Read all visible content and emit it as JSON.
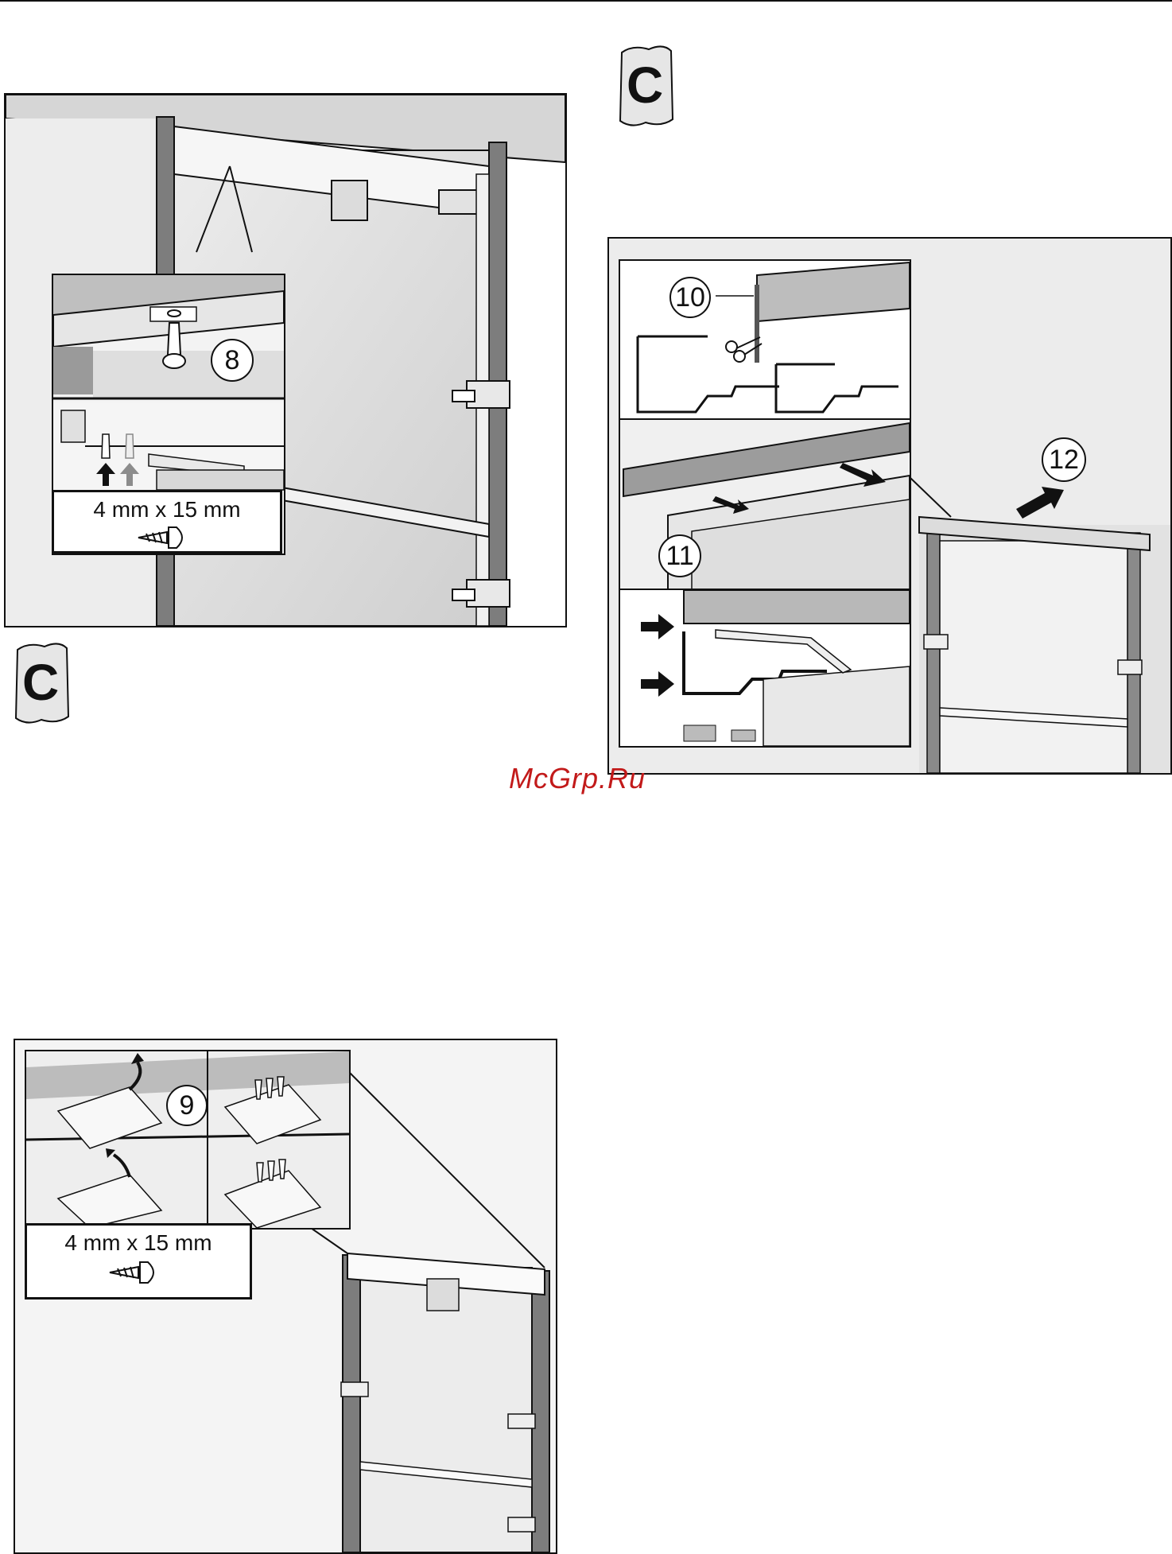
{
  "figures": {
    "top_left": {
      "step_number": "8",
      "screw_size": "4 mm x 15 mm"
    },
    "bag_left": {
      "letter": "C"
    },
    "bag_right": {
      "letter": "C"
    },
    "right": {
      "step_cut": "10",
      "step_press": "11",
      "step_push": "12"
    },
    "bottom_left": {
      "step_number": "9",
      "screw_size": "4 mm x 15 mm"
    }
  },
  "watermark": "McGrp.Ru"
}
